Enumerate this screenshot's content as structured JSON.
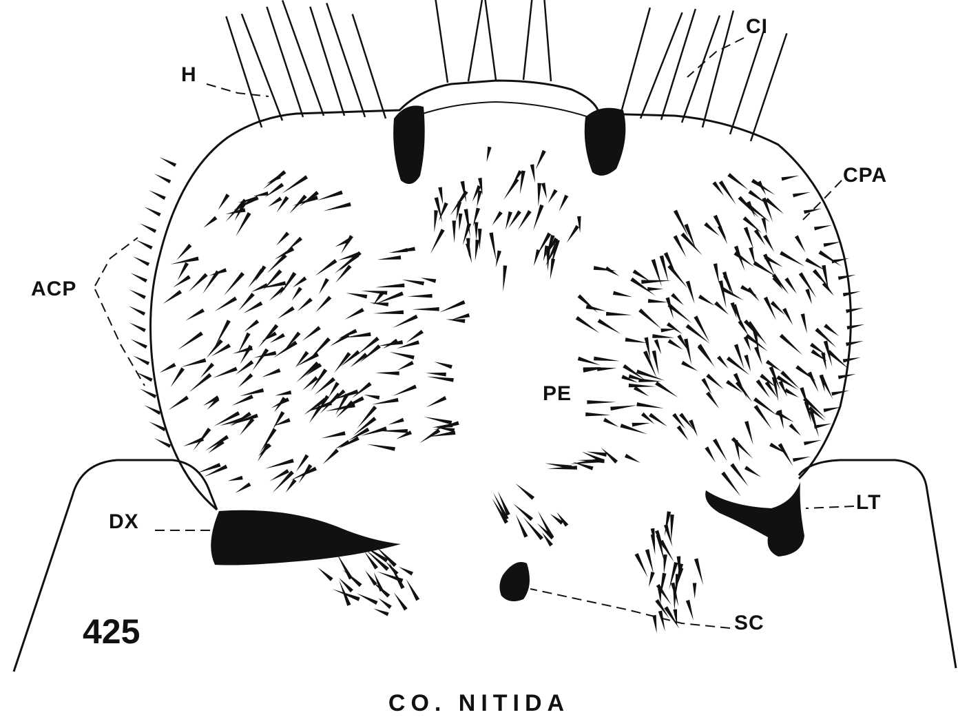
{
  "labels": {
    "cl": "CI",
    "h": "H",
    "cpa": "CPA",
    "acp": "ACP",
    "pe": "PE",
    "lt": "LT",
    "dx": "DX",
    "sc": "SC"
  },
  "figure_number": "425",
  "caption": "CO. NITIDA",
  "colors": {
    "ink": "#111111",
    "paper": "#ffffff"
  }
}
